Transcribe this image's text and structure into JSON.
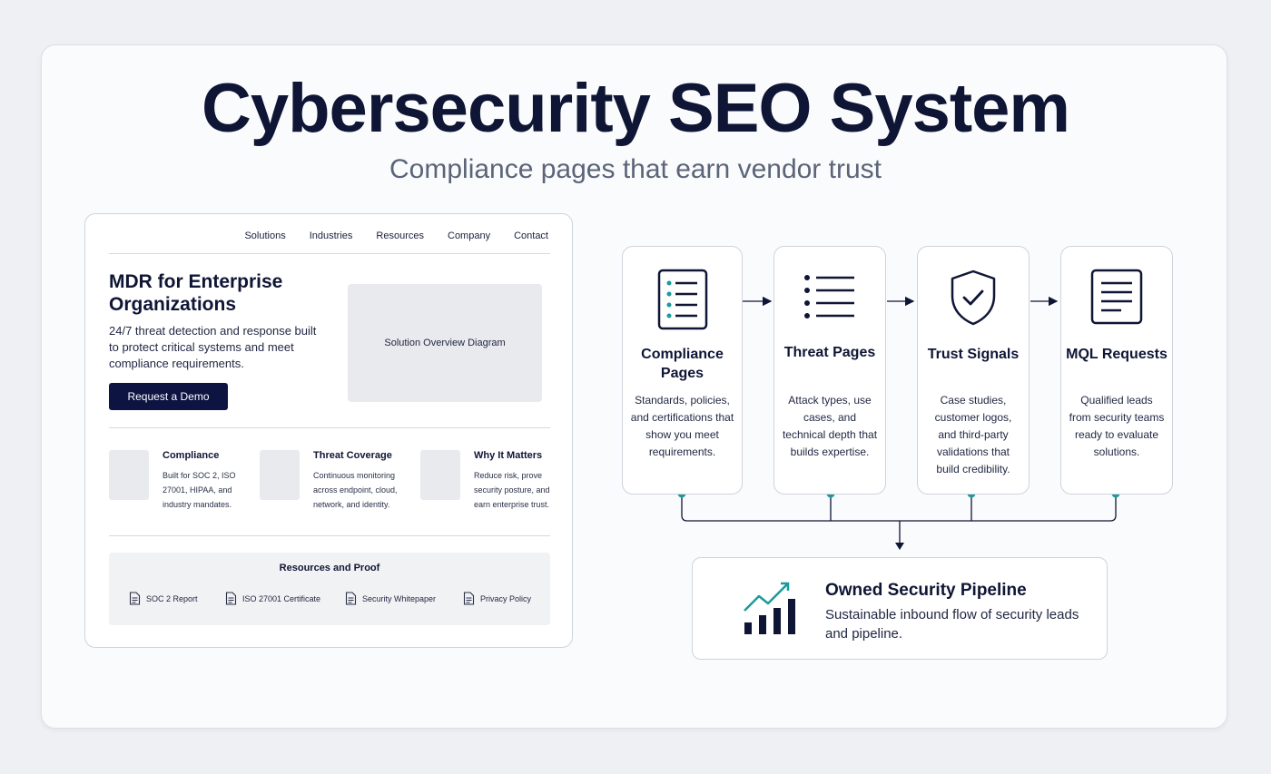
{
  "header": {
    "title": "Cybersecurity SEO System",
    "subtitle": "Compliance pages that earn vendor trust"
  },
  "mock_page": {
    "nav": [
      "Solutions",
      "Industries",
      "Resources",
      "Company",
      "Contact"
    ],
    "hero_title": "MDR for Enterprise Organizations",
    "hero_text": "24/7 threat detection and response built to protect critical systems and meet compliance requirements.",
    "cta_label": "Request a Demo",
    "diagram_placeholder": "Solution Overview Diagram",
    "features": [
      {
        "title": "Compliance",
        "text": "Built for SOC 2, ISO 27001, HIPAA, and industry mandates."
      },
      {
        "title": "Threat Coverage",
        "text": "Continuous monitoring across endpoint, cloud, network, and identity."
      },
      {
        "title": "Why It Matters",
        "text": "Reduce risk, prove security posture, and earn enterprise trust."
      }
    ],
    "resources": {
      "title": "Resources and Proof",
      "items": [
        "SOC 2 Report",
        "ISO 27001 Certificate",
        "Security Whitepaper",
        "Privacy Policy"
      ]
    }
  },
  "flow": {
    "steps": [
      {
        "title": "Compliance Pages",
        "text": "Standards, policies, and certifications that show you meet requirements.",
        "icon": "checklist-icon"
      },
      {
        "title": "Threat Pages",
        "text": "Attack types, use cases, and technical depth that builds expertise.",
        "icon": "list-icon"
      },
      {
        "title": "Trust Signals",
        "text": "Case studies, customer logos, and third-party validations that build credibility.",
        "icon": "shield-check-icon"
      },
      {
        "title": "MQL Requests",
        "text": "Qualified leads from security teams ready to evaluate solutions.",
        "icon": "document-icon"
      }
    ],
    "outcome": {
      "title": "Owned Security Pipeline",
      "text": "Sustainable inbound flow of security leads and pipeline.",
      "icon": "growth-chart-icon"
    }
  },
  "colors": {
    "navy": "#0f1535",
    "teal": "#1a9a9a",
    "muted": "#5b6478"
  }
}
